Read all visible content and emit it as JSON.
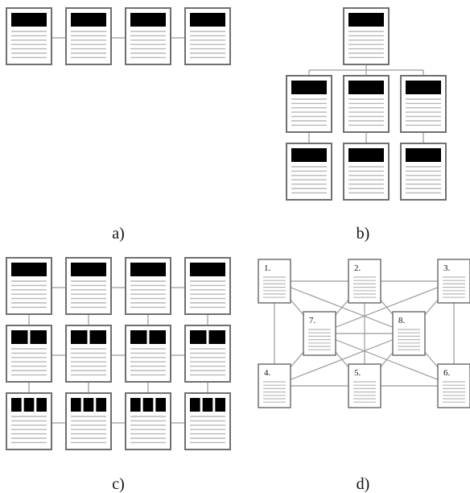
{
  "panels": [
    {
      "id": "a",
      "label": "a)"
    },
    {
      "id": "b",
      "label": "b)"
    },
    {
      "id": "c",
      "label": "c)"
    },
    {
      "id": "d",
      "label": "d)"
    }
  ],
  "diagram_d": {
    "nodes": [
      {
        "num": "1."
      },
      {
        "num": "2."
      },
      {
        "num": "3."
      },
      {
        "num": "4."
      },
      {
        "num": "5."
      },
      {
        "num": "6."
      },
      {
        "num": "7."
      },
      {
        "num": "8."
      }
    ]
  },
  "colors": {
    "page_border": "#707070",
    "page_fill": "#ffffff",
    "header_block": "#000000",
    "text_lines": "#b8b8b8",
    "connector": "#9a9a9a"
  },
  "icons": {
    "page": "document-page-icon",
    "numbered_page": "numbered-page-icon"
  }
}
